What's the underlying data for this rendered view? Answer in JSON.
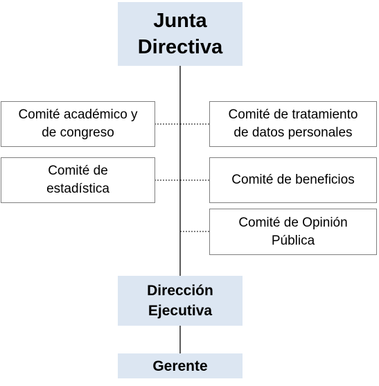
{
  "org_chart": {
    "board": "Junta\nDirectiva",
    "committees_left": [
      "Comité académico y\nde congreso",
      "Comité de\nestadística"
    ],
    "committees_right": [
      "Comité de tratamiento\nde datos personales",
      "Comité de beneficios",
      "Comité de Opinión\nPública"
    ],
    "executive": "Dirección\nEjecutiva",
    "manager": "Gerente"
  },
  "colors": {
    "filled_box": "#dce6f2",
    "box_border": "#7f7f7f",
    "connector": "#000000"
  }
}
